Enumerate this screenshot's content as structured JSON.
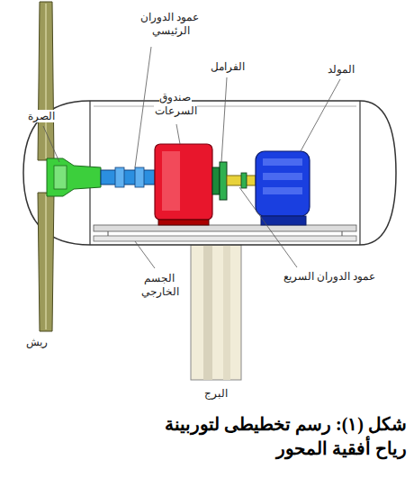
{
  "diagram": {
    "caption": "شكل (١): رسم تخطيطى لتوربينة رياح أفقية المحور",
    "labels": [
      "عمود الدوران الرئيسي",
      "الصرة",
      "صندوق السرعات",
      "الفرامل",
      "المولد",
      "الجسم الخارجي",
      "عمود الدوران السريع",
      "ريش",
      "البرج"
    ]
  }
}
